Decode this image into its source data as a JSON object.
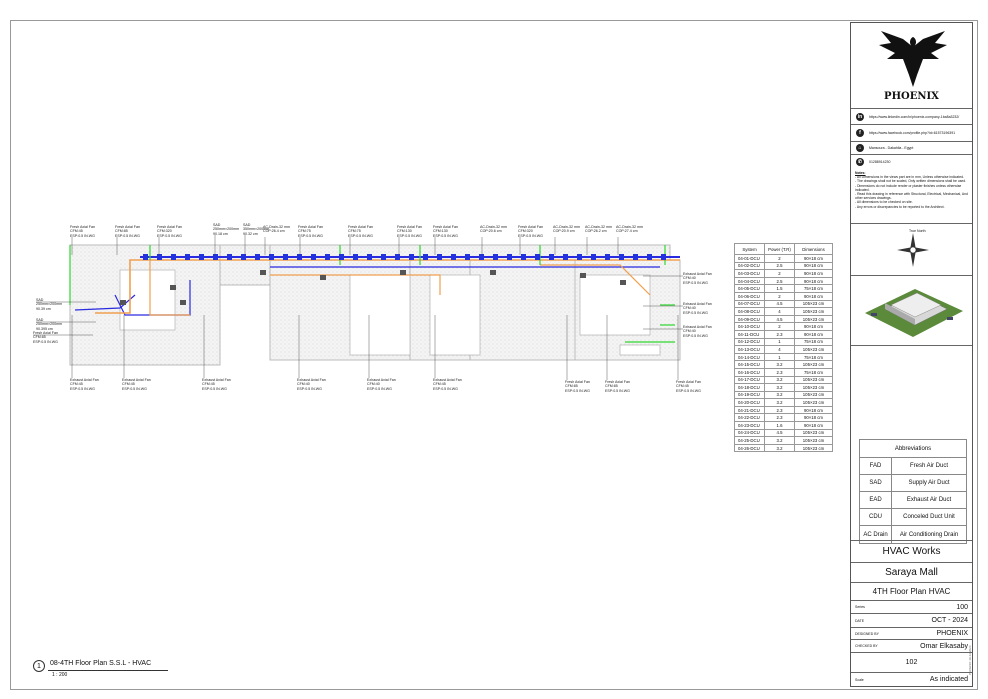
{
  "title_block": {
    "logo_text": "PHOENIX",
    "contacts": [
      {
        "icon": "linkedin-icon",
        "glyph": "in",
        "text": "https://www.linkedin.com/in/phoenix-company-1ba8a3232/"
      },
      {
        "icon": "facebook-icon",
        "glyph": "f",
        "text": "https://www.facebook.com/profile.php?id=61573196391"
      },
      {
        "icon": "location-icon",
        "glyph": "⌂",
        "text": "Mansoura - Dakahlia - Egypt"
      },
      {
        "icon": "phone-icon",
        "glyph": "✆",
        "text": "01288914230"
      }
    ],
    "notes_title": "Notes:",
    "notes": [
      "- All Dimensions in the views part are in mm, Unless otherwise indicated.",
      "- The drawings shall not be scaled, Only written dimensions shall be used.",
      "- Dimensions do not include render or plaster finishes unless otherwise indicated.",
      "- Read this drawing in reference with Structural, Electrical, Mechanical, And other services drawings.",
      "- All dimensions to be checked on site.",
      "- Any errors or discrepancies to be reported to the Architect."
    ],
    "north_label": "True North",
    "abbreviations_title": "Abbreviations",
    "abbreviations": [
      {
        "key": "FAD",
        "value": "Fresh Air Duct"
      },
      {
        "key": "SAD",
        "value": "Supply Air Duct"
      },
      {
        "key": "EAD",
        "value": "Exhaust Air Duct"
      },
      {
        "key": "CDU",
        "value": "Conceled Duct Unit"
      },
      {
        "key": "AC Drain",
        "value": "Air Conditioning Drain"
      }
    ],
    "project_type": "HVAC Works",
    "project_name": "Saraya Mall",
    "sheet_title": "4TH  Floor Plan HVAC",
    "series_label": "Series",
    "series": "100",
    "date_label": "DATE",
    "date": "OCT - 2024",
    "designed_label": "DESIGNED BY",
    "designed": "PHOENIX",
    "checked_label": "CHECKED BY",
    "checked": "Omar Elkasaby",
    "sheet_number": "102",
    "scale_label": "Scale",
    "scale": "As indicated",
    "side_stamp": "PHOENIX 10-12/2024"
  },
  "view": {
    "number": "1",
    "title": "08-4TH Floor Plan S.S.L - HVAC",
    "scale": "1 : 200"
  },
  "system_table": {
    "headers": [
      "System",
      "Power (T.R)",
      "Dimensions"
    ],
    "rows": [
      [
        "04-01-DCU",
        "2",
        "90×18 cm"
      ],
      [
        "04-02-DCU",
        "2.5",
        "90×18 cm"
      ],
      [
        "04-03-DCU",
        "2",
        "90×18 cm"
      ],
      [
        "04-04-DCU",
        "2.5",
        "90×18 cm"
      ],
      [
        "04-05-DCU",
        "1.5",
        "75×18 cm"
      ],
      [
        "04-06-DCU",
        "2",
        "90×18 cm"
      ],
      [
        "04-07-DCU",
        "4.5",
        "105×23 cm"
      ],
      [
        "04-08-DCU",
        "4",
        "105×23 cm"
      ],
      [
        "04-09-DCU",
        "4.5",
        "105×23 cm"
      ],
      [
        "04-10-DCU",
        "2",
        "90×18 cm"
      ],
      [
        "04-11-DCU",
        "2.3",
        "90×18 cm"
      ],
      [
        "04-12-DCU",
        "1",
        "75×18 cm"
      ],
      [
        "04-13-DCU",
        "4",
        "105×23 cm"
      ],
      [
        "04-14-DCU",
        "1",
        "75×18 cm"
      ],
      [
        "04-15-DCU",
        "3.2",
        "105×23 cm"
      ],
      [
        "04-16-DCU",
        "2.3",
        "75×18 cm"
      ],
      [
        "04-17-DCU",
        "3.2",
        "105×23 cm"
      ],
      [
        "04-18-DCU",
        "3.2",
        "105×23 cm"
      ],
      [
        "04-19-DCU",
        "3.2",
        "105×23 cm"
      ],
      [
        "04-20-DCU",
        "3.2",
        "105×23 cm"
      ],
      [
        "04-21-DCU",
        "2.3",
        "90×18 cm"
      ],
      [
        "04-22-DCU",
        "2.3",
        "90×18 cm"
      ],
      [
        "04-23-DCU",
        "1.6",
        "90×18 cm"
      ],
      [
        "04-24-DCU",
        "4.5",
        "105×23 cm"
      ],
      [
        "04-25-DCU",
        "3.2",
        "105×23 cm"
      ],
      [
        "04-26-DCU",
        "3.2",
        "105×23 cm"
      ]
    ]
  },
  "plan_labels": [
    "Fresh Axial Fan\nCFM:45\nESP:0.5 IN.WG",
    "Fresh Axial Fan\nCFM:85\nESP:0.5 IN.WG",
    "Fresh Axial Fan\nCFM:320\nESP:0.5 IN.WG",
    "SAD\n250mm×200mm\n90.18 cm",
    "SAD\n350mm×200mm\n90.32 cm",
    "AC-Drain-32 mm\nCOP:26.4 cm",
    "Fresh Axial Fan\nCFM:75\nESP:0.5 IN.WG",
    "Fresh Axial Fan\nCFM:75\nESP:0.5 IN.WG",
    "Fresh Axial Fan\nCFM:130\nESP:0.5 IN.WG",
    "Fresh Axial Fan\nCFM:130\nESP:0.5 IN.WG",
    "AC-Drain-32 mm\nCOP:20.6 cm",
    "Fresh Axial Fan\nCFM:320\nESP:0.5 IN.WG",
    "AC-Drain-32 mm\nCOP:20.9 cm",
    "AC-Drain-32 mm\nCOP:26.2 cm",
    "AC-Drain-32 mm\nCOP:27.4 cm",
    "Exhaust Axial Fan\nCFM:40\nESP:0.5 IN.WG",
    "Exhaust Axial Fan\nCFM:40\nESP:0.5 IN.WG",
    "Exhaust Axial Fan\nCFM:40\nESP:0.5 IN.WG",
    "SAD\n250mm×200mm\n90.39 cm",
    "SAD\n250mm×200mm\n90.395 cm",
    "Fresh Axial Fan\nCFM:85\nESP:0.5 IN.WG",
    "Exhaust Axial Fan\nCFM:45\nESP:0.5 IN.WG",
    "Exhaust Axial Fan\nCFM:45\nESP:0.5 IN.WG",
    "Exhaust Axial Fan\nCFM:45\nESP:0.5 IN.WG",
    "Exhaust Axial Fan\nCFM:40\nESP:0.5 IN.WG",
    "Exhaust Axial Fan\nCFM:40\nESP:0.5 IN.WG",
    "Exhaust Axial Fan\nCFM:45\nESP:0.5 IN.WG",
    "Fresh Axial Fan\nCFM:85\nESP:0.5 IN.WG",
    "Fresh Axial Fan\nCFM:85\nESP:0.5 IN.WG",
    "Fresh Axial Fan\nCFM:45\nESP:0.5 IN.WG"
  ],
  "colors": {
    "supply": "#2a2ae0",
    "fresh": "#f0a050",
    "exhaust": "#2fd62f",
    "drain": "#1a8a8a",
    "wall": "#bbbbbb"
  }
}
